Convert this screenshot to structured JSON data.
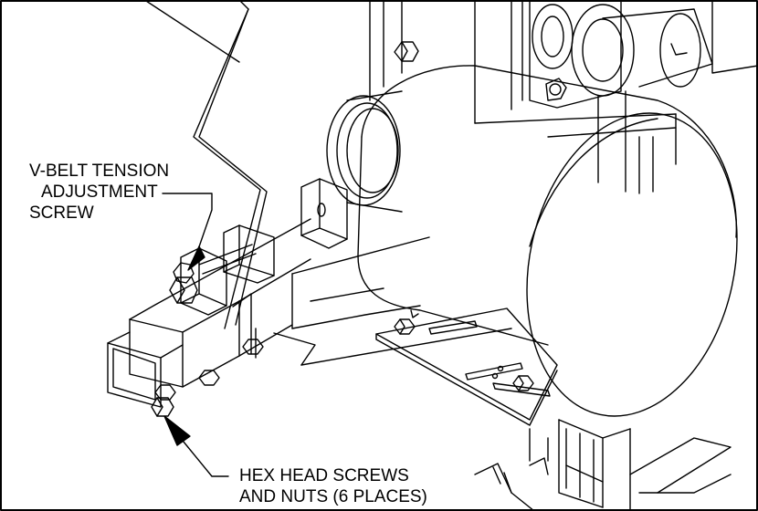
{
  "callouts": {
    "vbelt": {
      "lines": [
        "V-BELT TENSION",
        "ADJUSTMENT",
        "SCREW"
      ]
    },
    "hex": {
      "lines": [
        "HEX HEAD SCREWS",
        "AND NUTS (6 PLACES)"
      ]
    }
  },
  "icons": [
    "hex-bolt-icon",
    "arrow-pointer-icon"
  ],
  "colors": {
    "line": "#000000",
    "background": "#ffffff"
  }
}
